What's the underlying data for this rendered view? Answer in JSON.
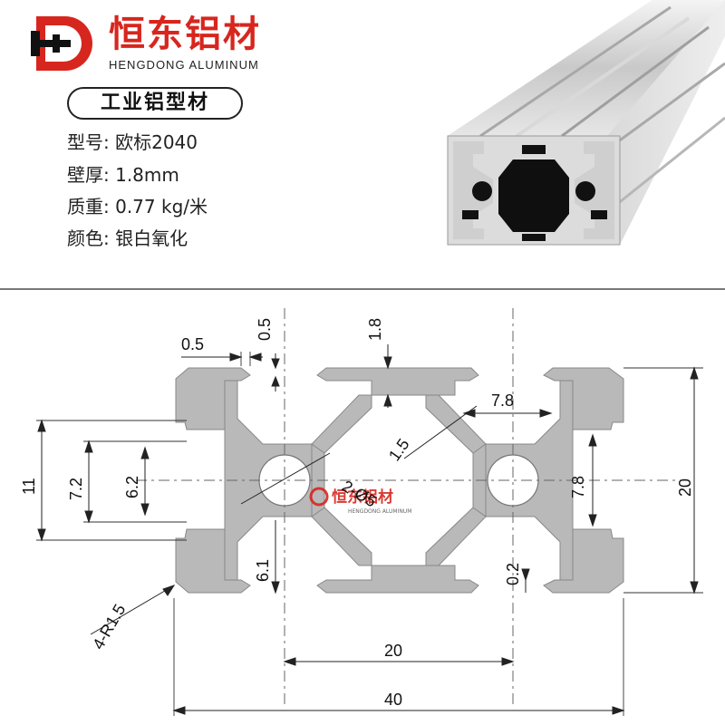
{
  "brand": {
    "logo_letters": "HD",
    "name_cn": "恒东铝材",
    "name_en": "HENGDONG ALUMINUM",
    "color": "#d7261e"
  },
  "product": {
    "category": "工业铝型材",
    "specs": [
      "型号: 欧标2040",
      "壁厚: 1.8mm",
      "质重: 0.77 kg/米",
      "颜色: 银白氧化"
    ]
  },
  "drawing": {
    "profile_color": "#b9b9b9",
    "watermark_cn": "恒东铝材",
    "watermark_en": "HENGDONG ALUMINUM",
    "dims": {
      "slot_edge_w": "0.5",
      "slot_edge_h": "0.5",
      "top_wall": "1.8",
      "center_wall": "7.8",
      "diag_wall": "1.5",
      "holes": "2-Ø5",
      "slot_11": "11",
      "slot_72": "7.2",
      "slot_62": "6.2",
      "right_78": "7.8",
      "height_20": "20",
      "depth_61": "6.1",
      "gap_02": "0.2",
      "radius": "4-R1.5",
      "pitch_20": "20",
      "width_40": "40"
    }
  }
}
